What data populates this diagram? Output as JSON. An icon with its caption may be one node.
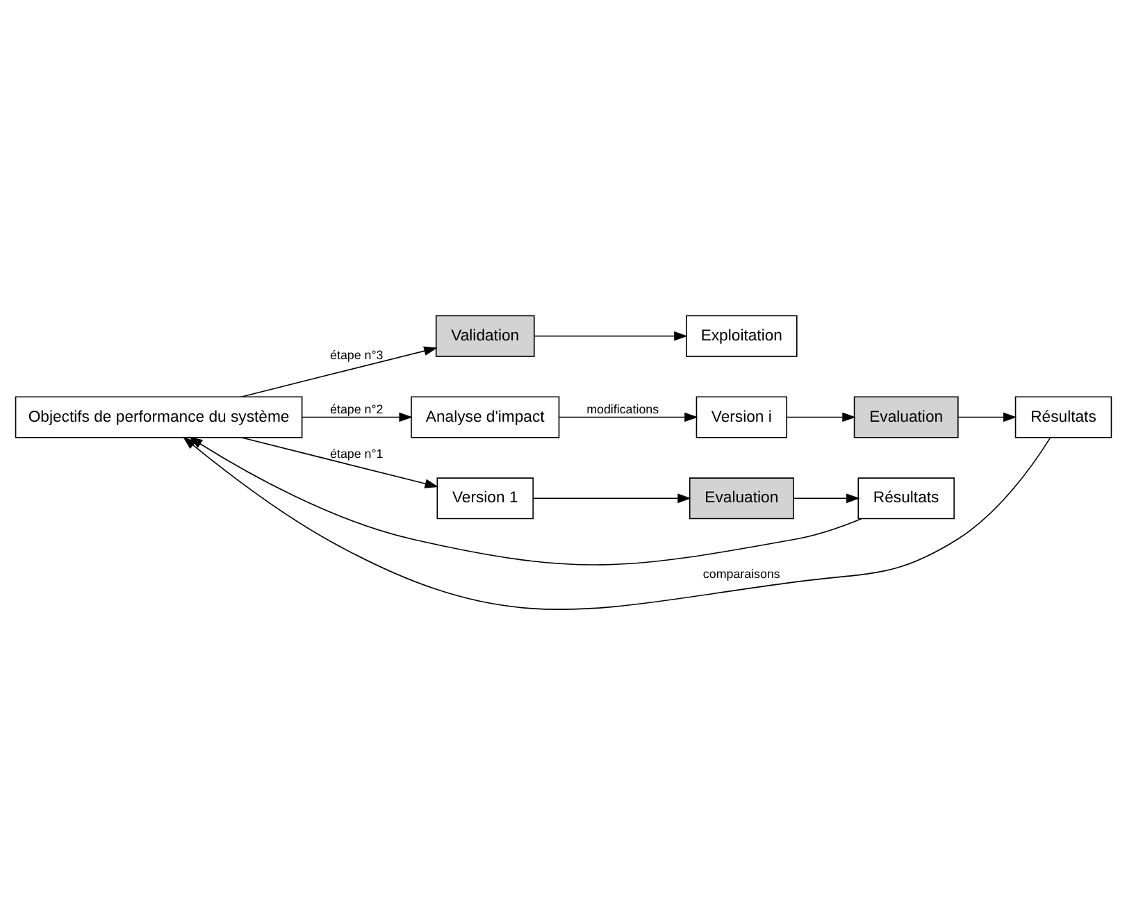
{
  "diagram": {
    "nodes": [
      {
        "text": [
          "Objectifs de performance du système"
        ]
      },
      {
        "text": [
          "Validation"
        ]
      },
      {
        "text": [
          "Exploitation"
        ]
      },
      {
        "text": [
          "Analyse d'impact"
        ]
      },
      {
        "text": [
          "Version 1"
        ]
      },
      {
        "text": [
          "Evaluation"
        ]
      },
      {
        "text": [
          "Résultats"
        ]
      },
      {
        "text": [
          "Version i"
        ]
      },
      {
        "text": [
          "Evaluation"
        ]
      },
      {
        "text": [
          "Résultats"
        ]
      }
    ],
    "edges": [
      {
        "from": 0,
        "to": 1,
        "arrow": "to",
        "label": "étape n°3"
      },
      {
        "from": 1,
        "to": 2,
        "arrow": "to"
      },
      {
        "from": 0,
        "to": 3,
        "arrow": "to",
        "label": "étape n°2"
      },
      {
        "from": 0,
        "to": 4,
        "arrow": "to",
        "label": "étape n°1"
      },
      {
        "from": 3,
        "to": 7,
        "arrow": "to",
        "label": "modifications"
      },
      {
        "from": 4,
        "to": 5,
        "arrow": "to"
      },
      {
        "from": 5,
        "to": 6,
        "arrow": "to"
      },
      {
        "from": 7,
        "to": 8,
        "arrow": "to"
      },
      {
        "from": 8,
        "to": 9,
        "arrow": "to"
      },
      {
        "from": 6,
        "to": 0,
        "arrow": "to"
      },
      {
        "from": 9,
        "to": 0,
        "arrow": "to",
        "label": "comparaisons"
      }
    ]
  }
}
